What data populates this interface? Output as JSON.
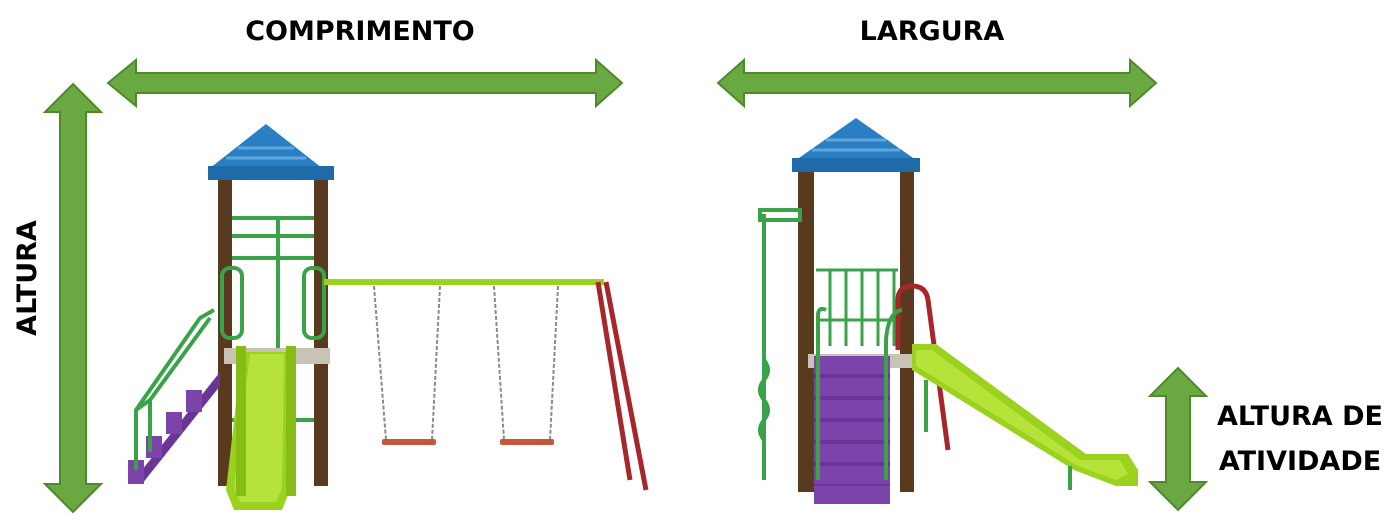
{
  "labels": {
    "length": "COMPRIMENTO",
    "width": "LARGURA",
    "height": "ALTURA",
    "activity_height_line1": "ALTURA DE",
    "activity_height_line2": "ATIVIDADE"
  },
  "colors": {
    "arrow_fill": "#6aa842",
    "arrow_stroke": "#4e8a2c",
    "roof": "#2a7fc4",
    "post": "#5a3a1e",
    "frame": "#3aa34a",
    "slide": "#9bd21f",
    "stairs": "#6a3596",
    "swing_leg": "#a5272a",
    "swing_seat": "#c8563c",
    "deck": "#c9c3b6"
  }
}
